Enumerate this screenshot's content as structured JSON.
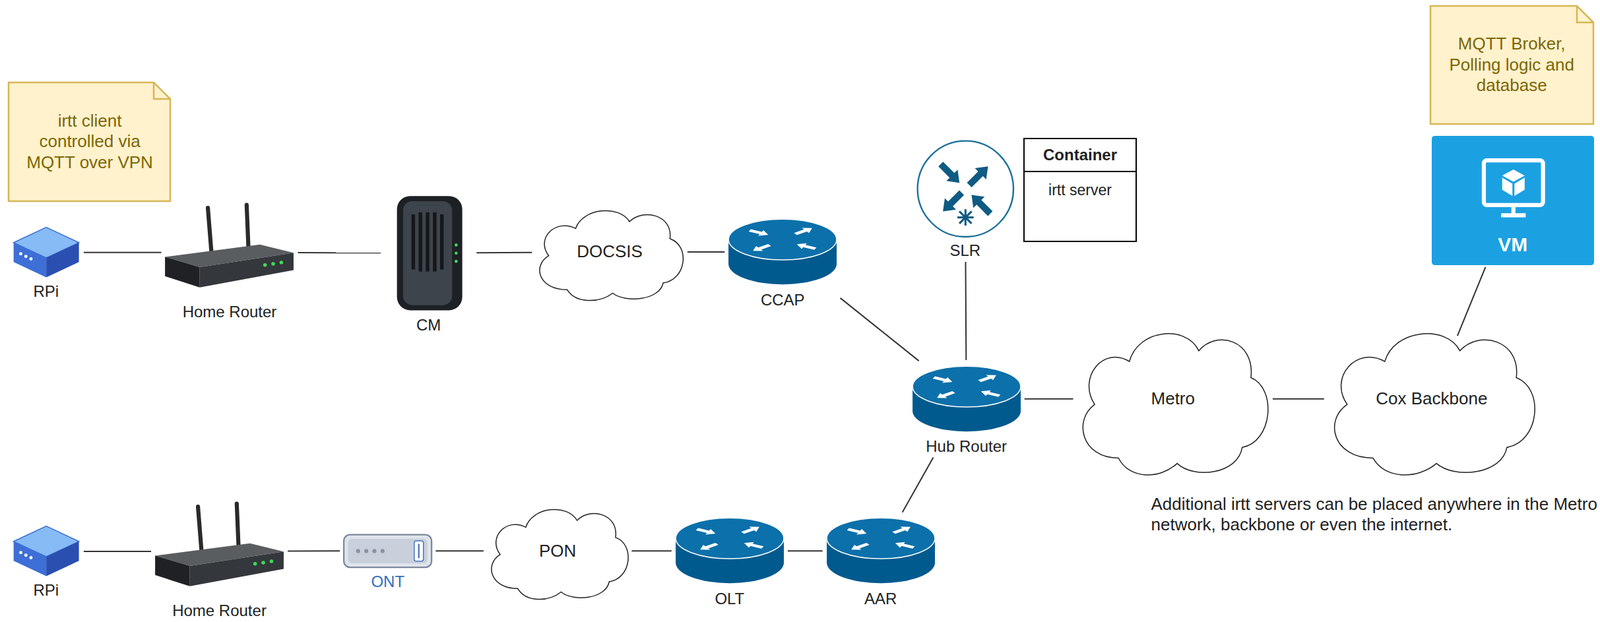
{
  "diagram": {
    "nodes": [
      {
        "text": [
          "MQTT Broker, Polling logic and database"
        ]
      },
      {
        "text": [
          "VM"
        ]
      },
      {
        "text": [
          "irtt client controlled via MQTT over VPN"
        ]
      },
      {
        "text": [
          "SLR"
        ]
      },
      {
        "text": [
          "Container",
          "irtt server"
        ]
      },
      {
        "text": [
          "RPi"
        ]
      },
      {
        "text": [
          "Home Router"
        ]
      },
      {
        "text": [
          "CM"
        ]
      },
      {
        "text": [
          "DOCSIS"
        ]
      },
      {
        "text": [
          "CCAP"
        ]
      },
      {
        "text": [
          "Hub Router"
        ]
      },
      {
        "text": [
          "Metro"
        ]
      },
      {
        "text": [
          "Cox Backbone"
        ]
      },
      {
        "text": [
          "RPi"
        ]
      },
      {
        "text": [
          "Home Router"
        ]
      },
      {
        "text": [
          "ONT"
        ]
      },
      {
        "text": [
          "PON"
        ]
      },
      {
        "text": [
          "OLT"
        ]
      },
      {
        "text": [
          "AAR"
        ]
      }
    ],
    "edges": [
      {
        "from": 5,
        "to": 6,
        "arrow": "none"
      },
      {
        "from": 6,
        "to": 7,
        "arrow": "none"
      },
      {
        "from": 7,
        "to": 8,
        "arrow": "none"
      },
      {
        "from": 8,
        "to": 9,
        "arrow": "none"
      },
      {
        "from": 9,
        "to": 10,
        "arrow": "none"
      },
      {
        "from": 3,
        "to": 10,
        "arrow": "none"
      },
      {
        "from": 10,
        "to": 11,
        "arrow": "none"
      },
      {
        "from": 11,
        "to": 12,
        "arrow": "none"
      },
      {
        "from": 12,
        "to": 1,
        "arrow": "none"
      },
      {
        "from": 13,
        "to": 14,
        "arrow": "none"
      },
      {
        "from": 14,
        "to": 15,
        "arrow": "none"
      },
      {
        "from": 15,
        "to": 16,
        "arrow": "none"
      },
      {
        "from": 16,
        "to": 17,
        "arrow": "none"
      },
      {
        "from": 17,
        "to": 18,
        "arrow": "none"
      },
      {
        "from": 18,
        "to": 10,
        "arrow": "none"
      }
    ],
    "labels": [
      "Additional irtt servers can be placed anywhere in the Metro network, backbone or even the internet."
    ]
  }
}
